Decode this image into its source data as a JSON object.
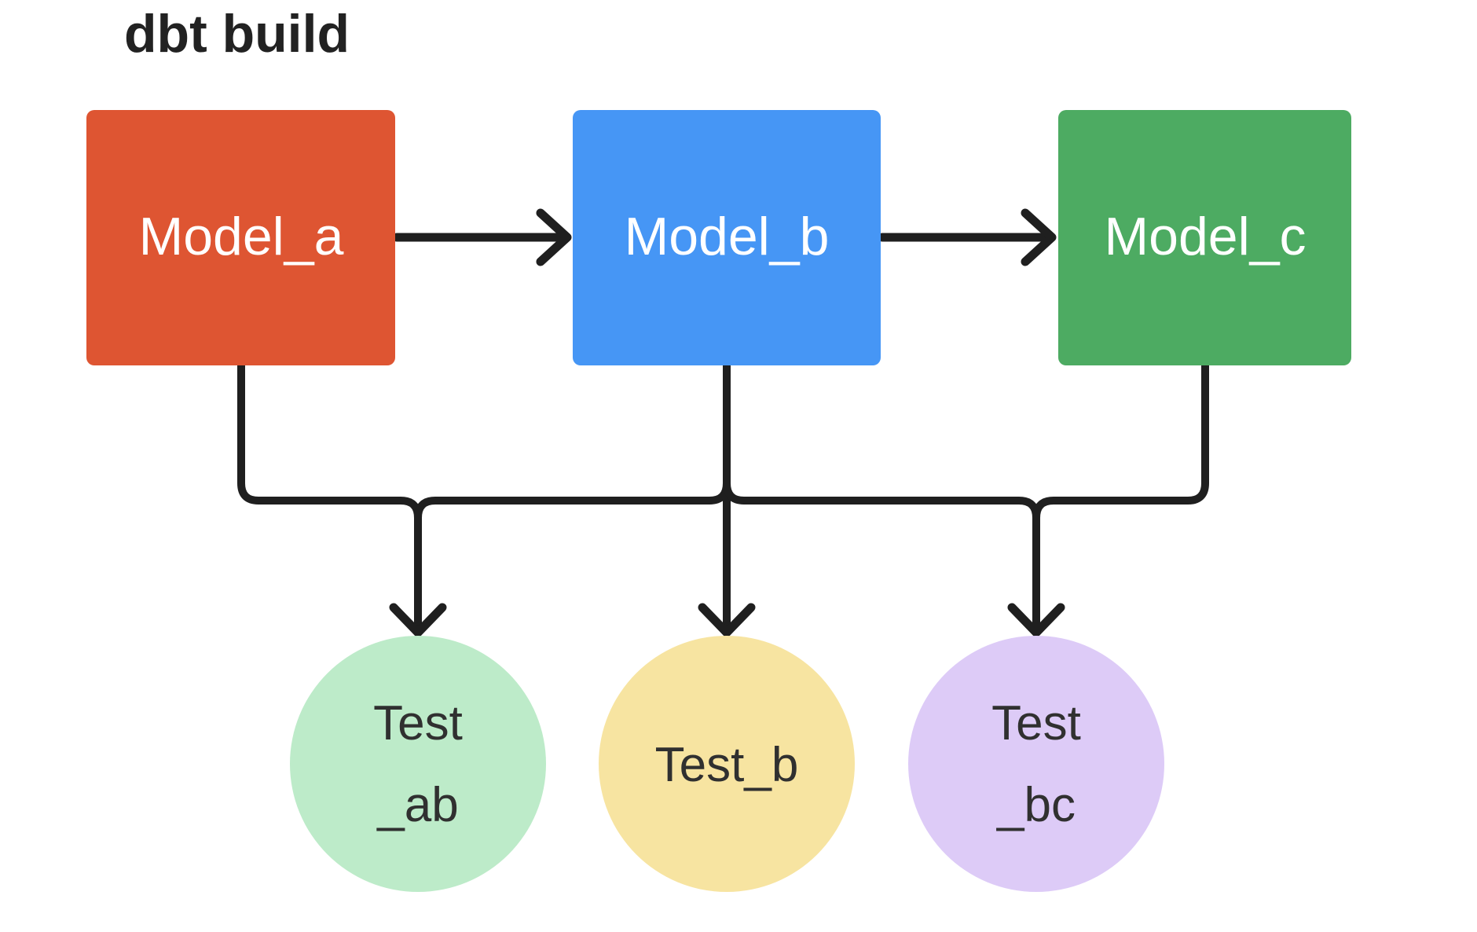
{
  "title": "dbt build",
  "style": {
    "background": "#ffffff",
    "edge_color": "#1f1f1f",
    "title_color": "#222222",
    "test_text_color": "#303030",
    "model_text_color": "#ffffff"
  },
  "nodes": {
    "model_a": {
      "label": "Model_a",
      "shape": "rectangle",
      "fill": "#de5532"
    },
    "model_b": {
      "label": "Model_b",
      "shape": "rectangle",
      "fill": "#4696f5"
    },
    "model_c": {
      "label": "Model_c",
      "shape": "rectangle",
      "fill": "#4dab62"
    },
    "test_ab": {
      "label": "Test _ab",
      "line1": "Test",
      "line2": "_ab",
      "shape": "circle",
      "fill": "#bdebc9"
    },
    "test_b": {
      "label": "Test_b",
      "shape": "circle",
      "fill": "#f7e4a1"
    },
    "test_bc": {
      "label": "Test _bc",
      "line1": "Test",
      "line2": "_bc",
      "shape": "circle",
      "fill": "#ddcbf7"
    }
  },
  "edges": [
    {
      "from": "Model_a",
      "to": "Model_b",
      "type": "arrow"
    },
    {
      "from": "Model_b",
      "to": "Model_c",
      "type": "arrow"
    },
    {
      "from": "Model_a",
      "to": "Test_ab",
      "type": "arrow"
    },
    {
      "from": "Model_b",
      "to": "Test_ab",
      "type": "arrow"
    },
    {
      "from": "Model_b",
      "to": "Test_b",
      "type": "arrow"
    },
    {
      "from": "Model_b",
      "to": "Test_bc",
      "type": "arrow"
    },
    {
      "from": "Model_c",
      "to": "Test_bc",
      "type": "arrow"
    }
  ]
}
